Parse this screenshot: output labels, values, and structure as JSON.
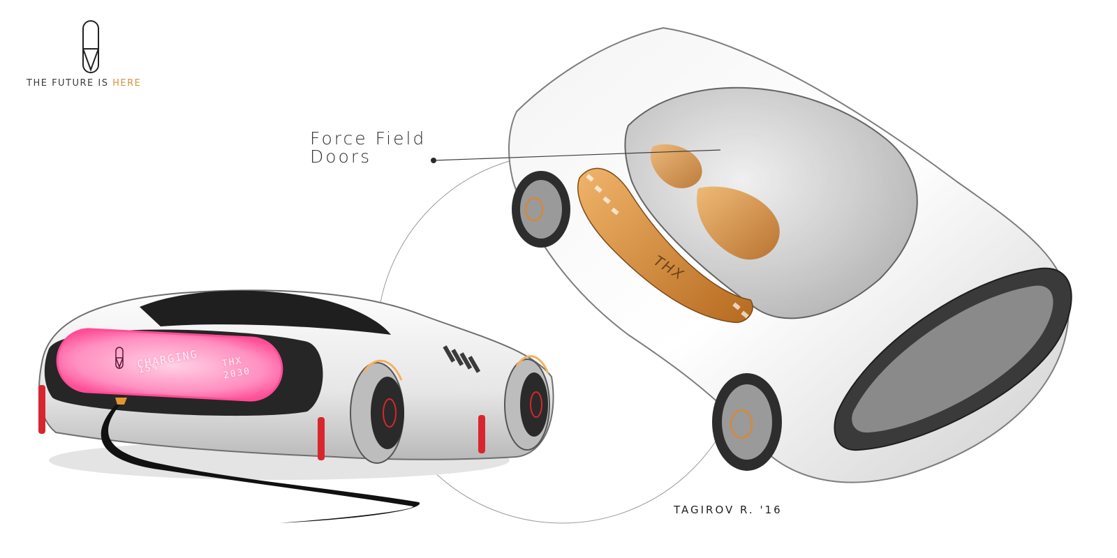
{
  "brand": {
    "tagline_main": "THE FUTURE IS ",
    "tagline_accent": "HERE",
    "accent_color": "#d2933f",
    "logo_icon": "shield-monogram-icon"
  },
  "callout": {
    "line1": "Force Field",
    "line2": "Doors"
  },
  "rear_car": {
    "status_label": "CHARGING",
    "charge_percent": "15%",
    "model": "THX",
    "year": "2030",
    "glow_color": "#ff5fa2",
    "taillight_color": "#d8262e"
  },
  "top_car": {
    "badge": "THX",
    "interior_color": "#d6883a"
  },
  "signature": "TAGIROV R. '16"
}
